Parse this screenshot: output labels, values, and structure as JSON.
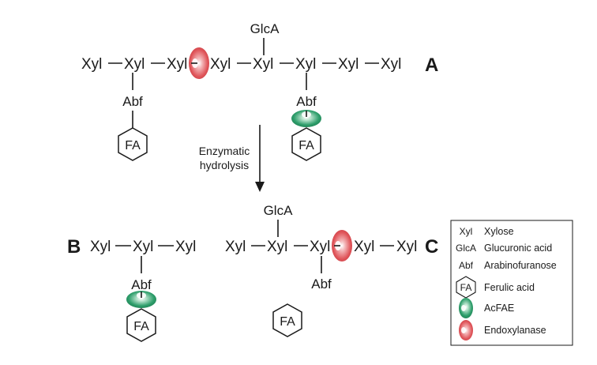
{
  "diagram": {
    "panels": {
      "A": {
        "label": "A",
        "chain": [
          "Xyl",
          "Xyl",
          "Xyl",
          "Xyl",
          "Xyl",
          "Xyl",
          "Xyl",
          "Xyl"
        ],
        "glca": "GlcA",
        "abf_left": "Abf",
        "fa_left": "FA",
        "abf_right": "Abf",
        "fa_right": "FA"
      },
      "B": {
        "label": "B",
        "chain": [
          "Xyl",
          "Xyl",
          "Xyl"
        ],
        "abf": "Abf",
        "fa": "FA"
      },
      "C": {
        "label": "C",
        "chain": [
          "Xyl",
          "Xyl",
          "Xyl",
          "Xyl",
          "Xyl"
        ],
        "glca": "GlcA",
        "abf": "Abf",
        "fa": "FA"
      }
    },
    "arrow": {
      "line1": "Enzymatic",
      "line2": "hydrolysis"
    },
    "legend": {
      "items": [
        {
          "symbol": "Xyl",
          "label": "Xylose"
        },
        {
          "symbol": "GlcA",
          "label": "Glucuronic acid"
        },
        {
          "symbol": "Abf",
          "label": "Arabinofuranose"
        },
        {
          "symbol": "FA",
          "label": "Ferulic acid",
          "icon": "hexagon-icon"
        },
        {
          "symbol": "",
          "label": "AcFAE",
          "icon": "green-enzyme-icon"
        },
        {
          "symbol": "",
          "label": "Endoxylanase",
          "icon": "red-enzyme-icon"
        }
      ]
    },
    "colors": {
      "acfae": "#2e9e6b",
      "endoxylanase": "#e0565b",
      "ink": "#1a1a1a"
    }
  }
}
